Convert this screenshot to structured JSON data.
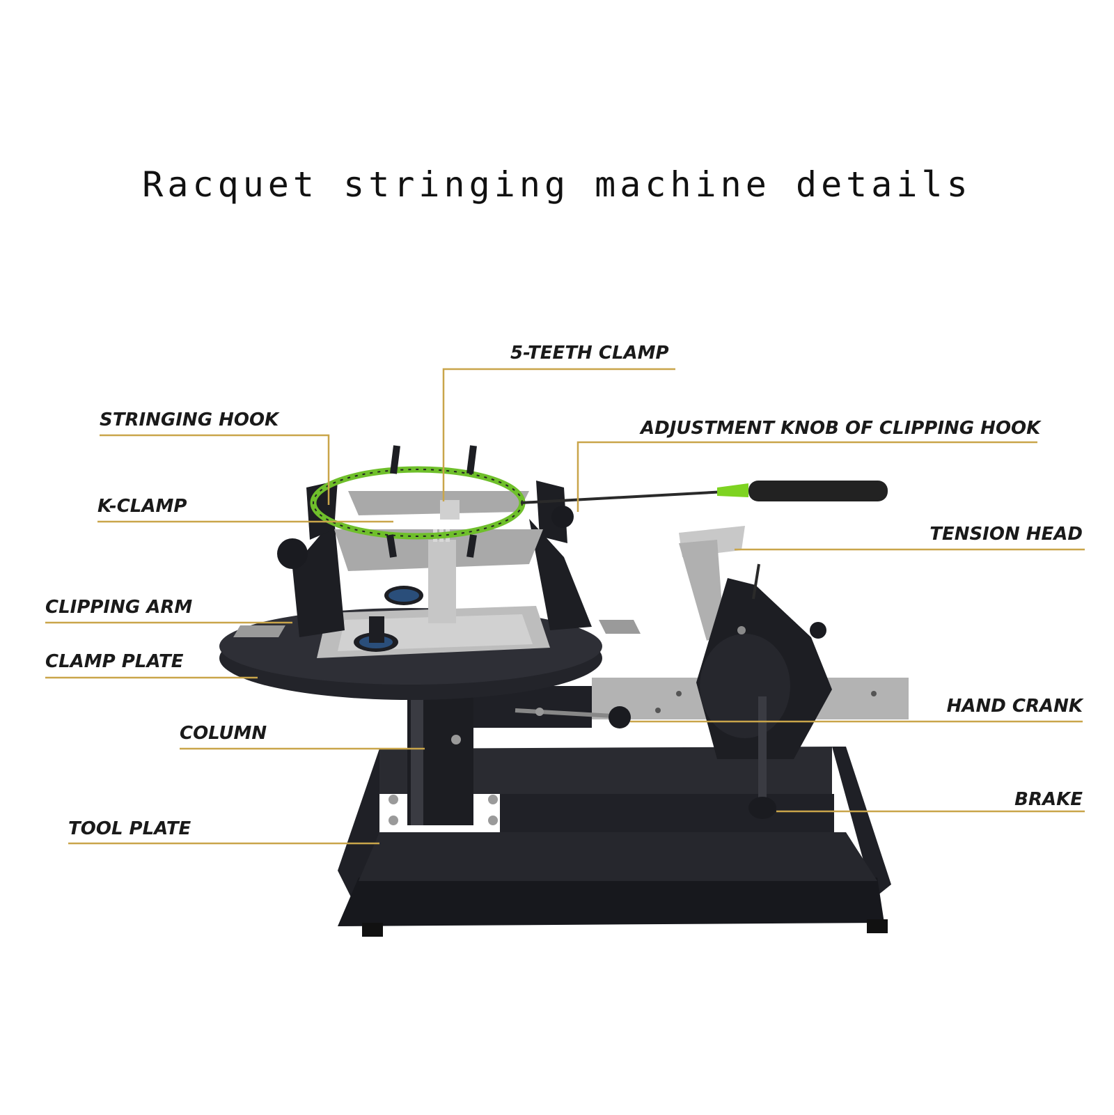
{
  "title": "Racquet stringing machine details",
  "labels": {
    "five_teeth_clamp": "5-TEETH CLAMP",
    "stringing_hook": "STRINGING HOOK",
    "adjustment_knob": "ADJUSTMENT KNOB OF CLIPPING HOOK",
    "k_clamp": "K-CLAMP",
    "tension_head": "TENSION HEAD",
    "clipping_arm": "CLIPPING ARM",
    "clamp_plate": "CLAMP PLATE",
    "hand_crank": "HAND CRANK",
    "column": "COLUMN",
    "brake": "BRAKE",
    "tool_plate": "TOOL PLATE"
  },
  "colors": {
    "leader_line": "#c9a54a",
    "machine_body": "#1f2026",
    "metal": "#b9b9b9",
    "racquet_accent": "#7ed321"
  }
}
